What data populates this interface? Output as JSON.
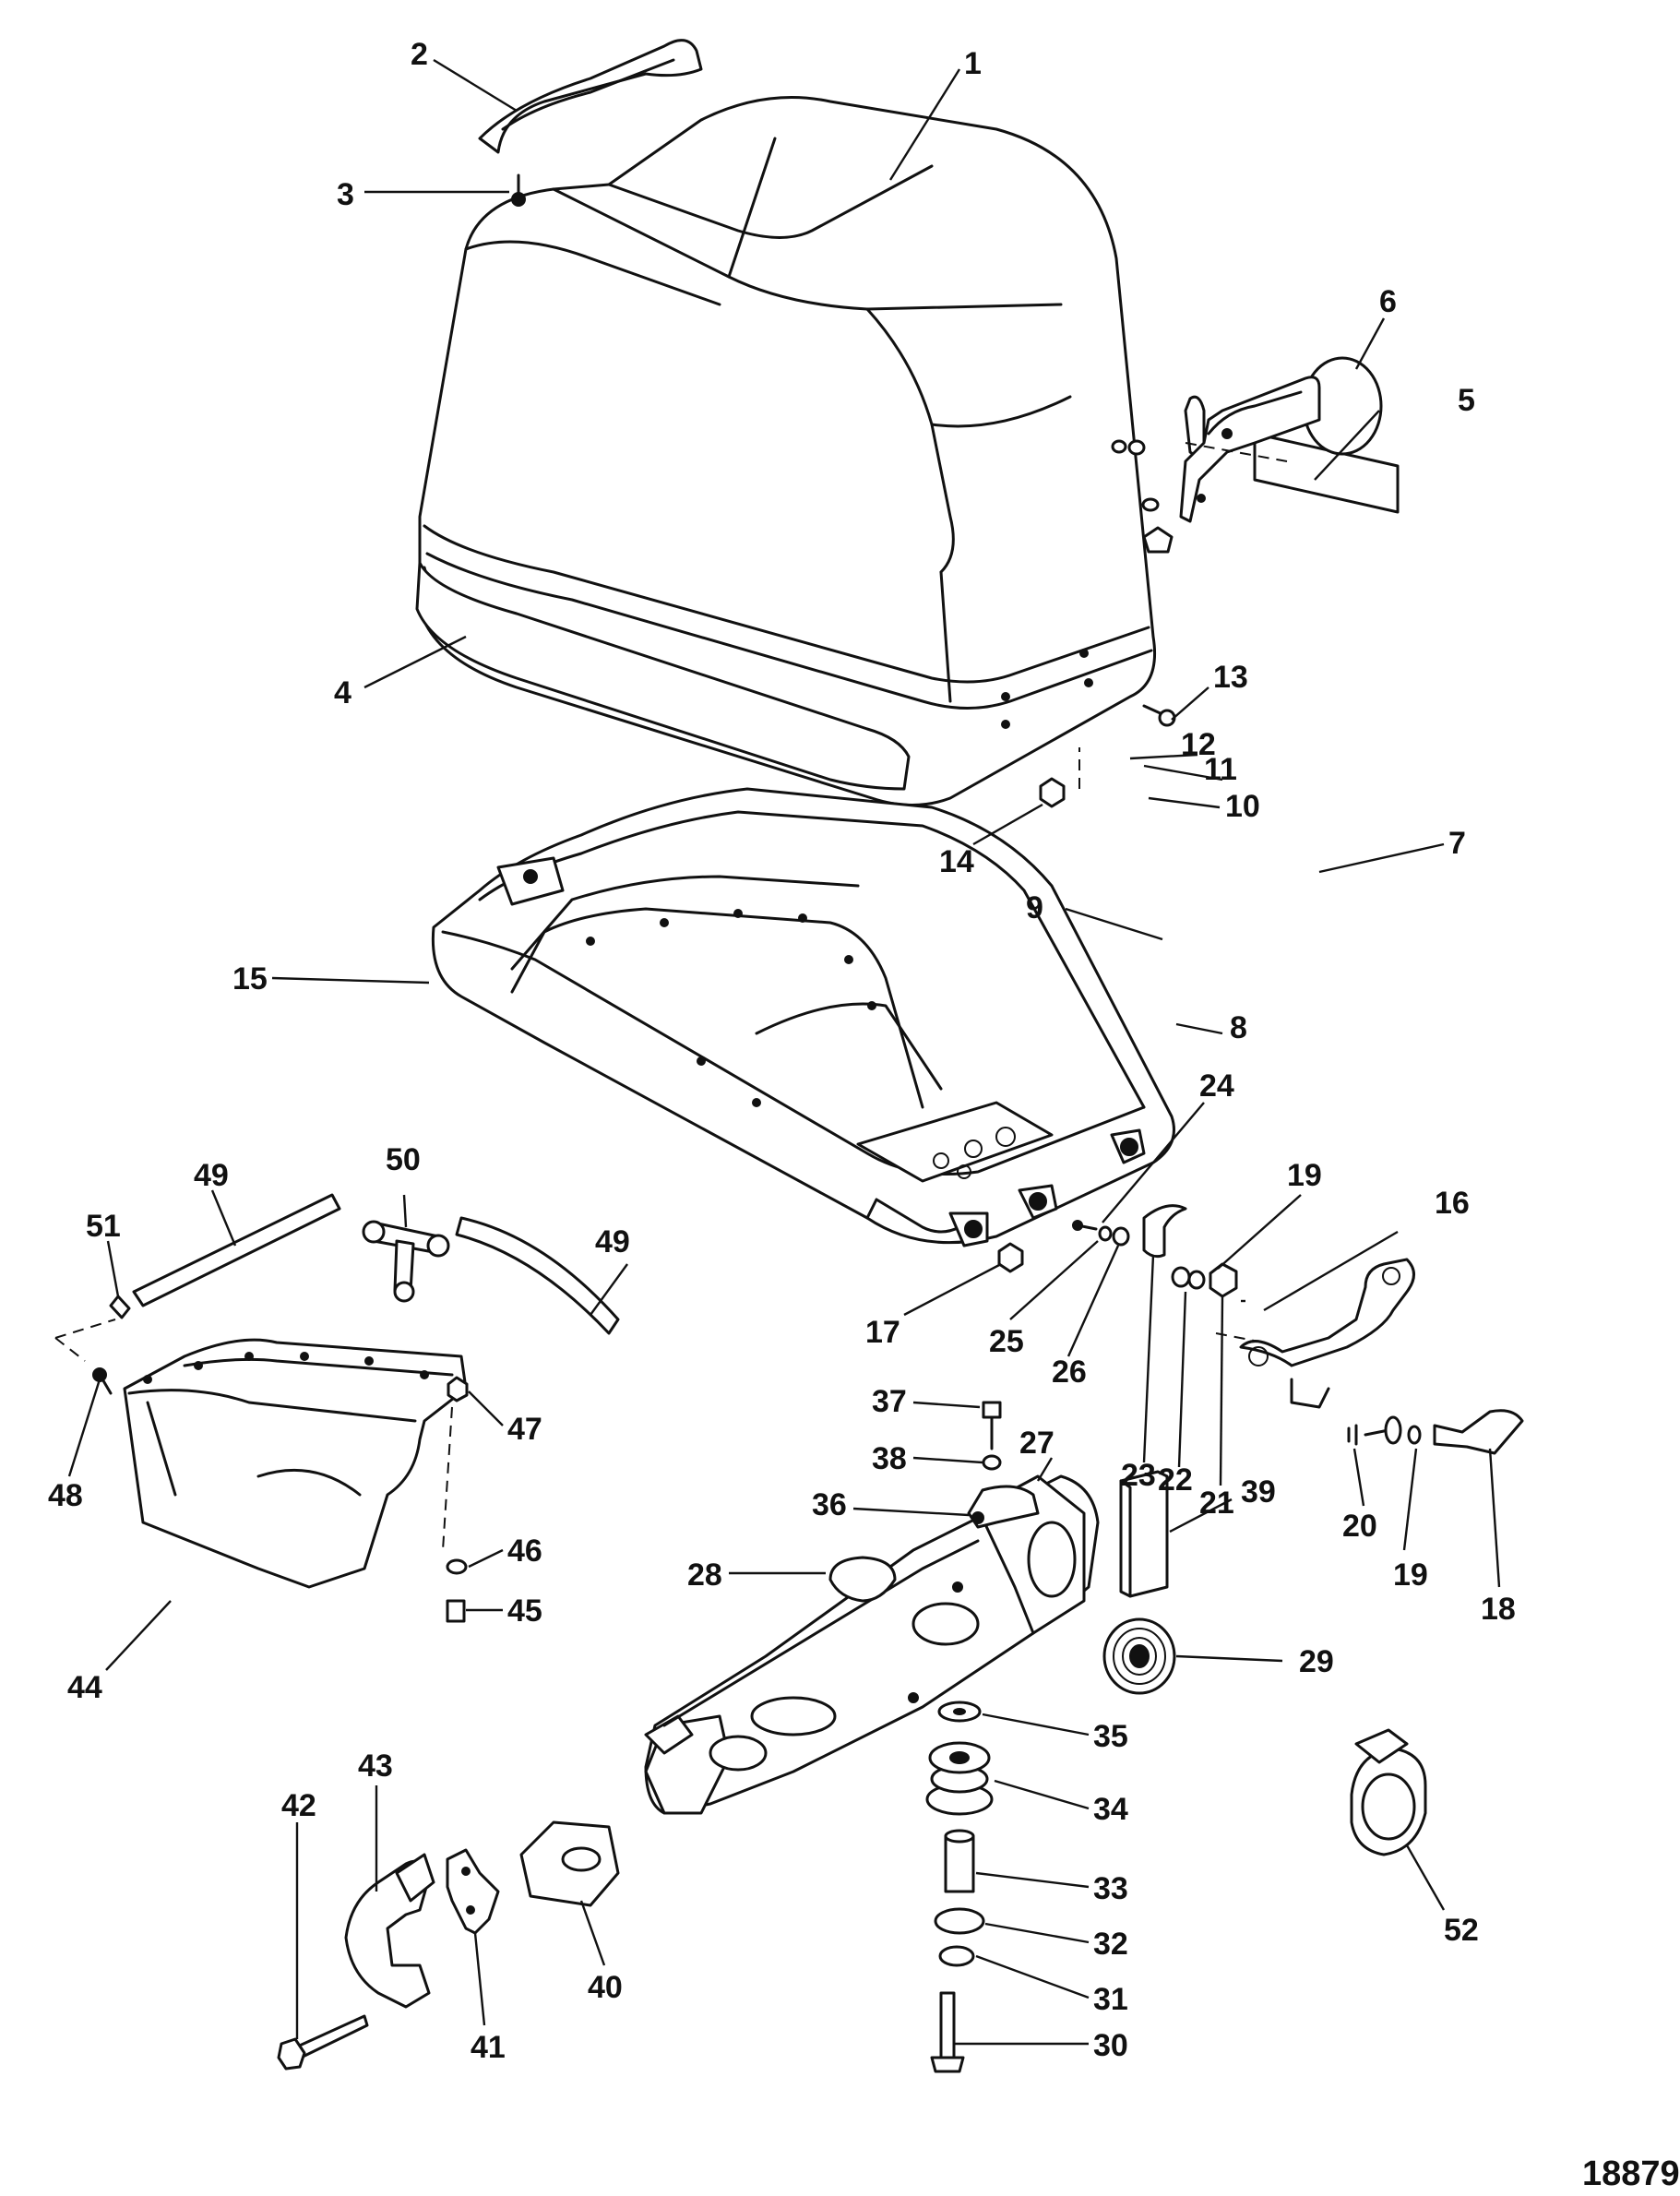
{
  "figure_number": "18879",
  "callouts": [
    "1",
    "2",
    "3",
    "4",
    "5",
    "6",
    "7",
    "8",
    "9",
    "10",
    "11",
    "12",
    "13",
    "14",
    "15",
    "16",
    "17",
    "18",
    "19",
    "19",
    "20",
    "21",
    "22",
    "23",
    "24",
    "25",
    "26",
    "27",
    "28",
    "29",
    "30",
    "31",
    "32",
    "33",
    "34",
    "35",
    "36",
    "37",
    "38",
    "39",
    "40",
    "41",
    "42",
    "43",
    "44",
    "45",
    "46",
    "47",
    "48",
    "49",
    "49",
    "50",
    "51",
    "52"
  ]
}
